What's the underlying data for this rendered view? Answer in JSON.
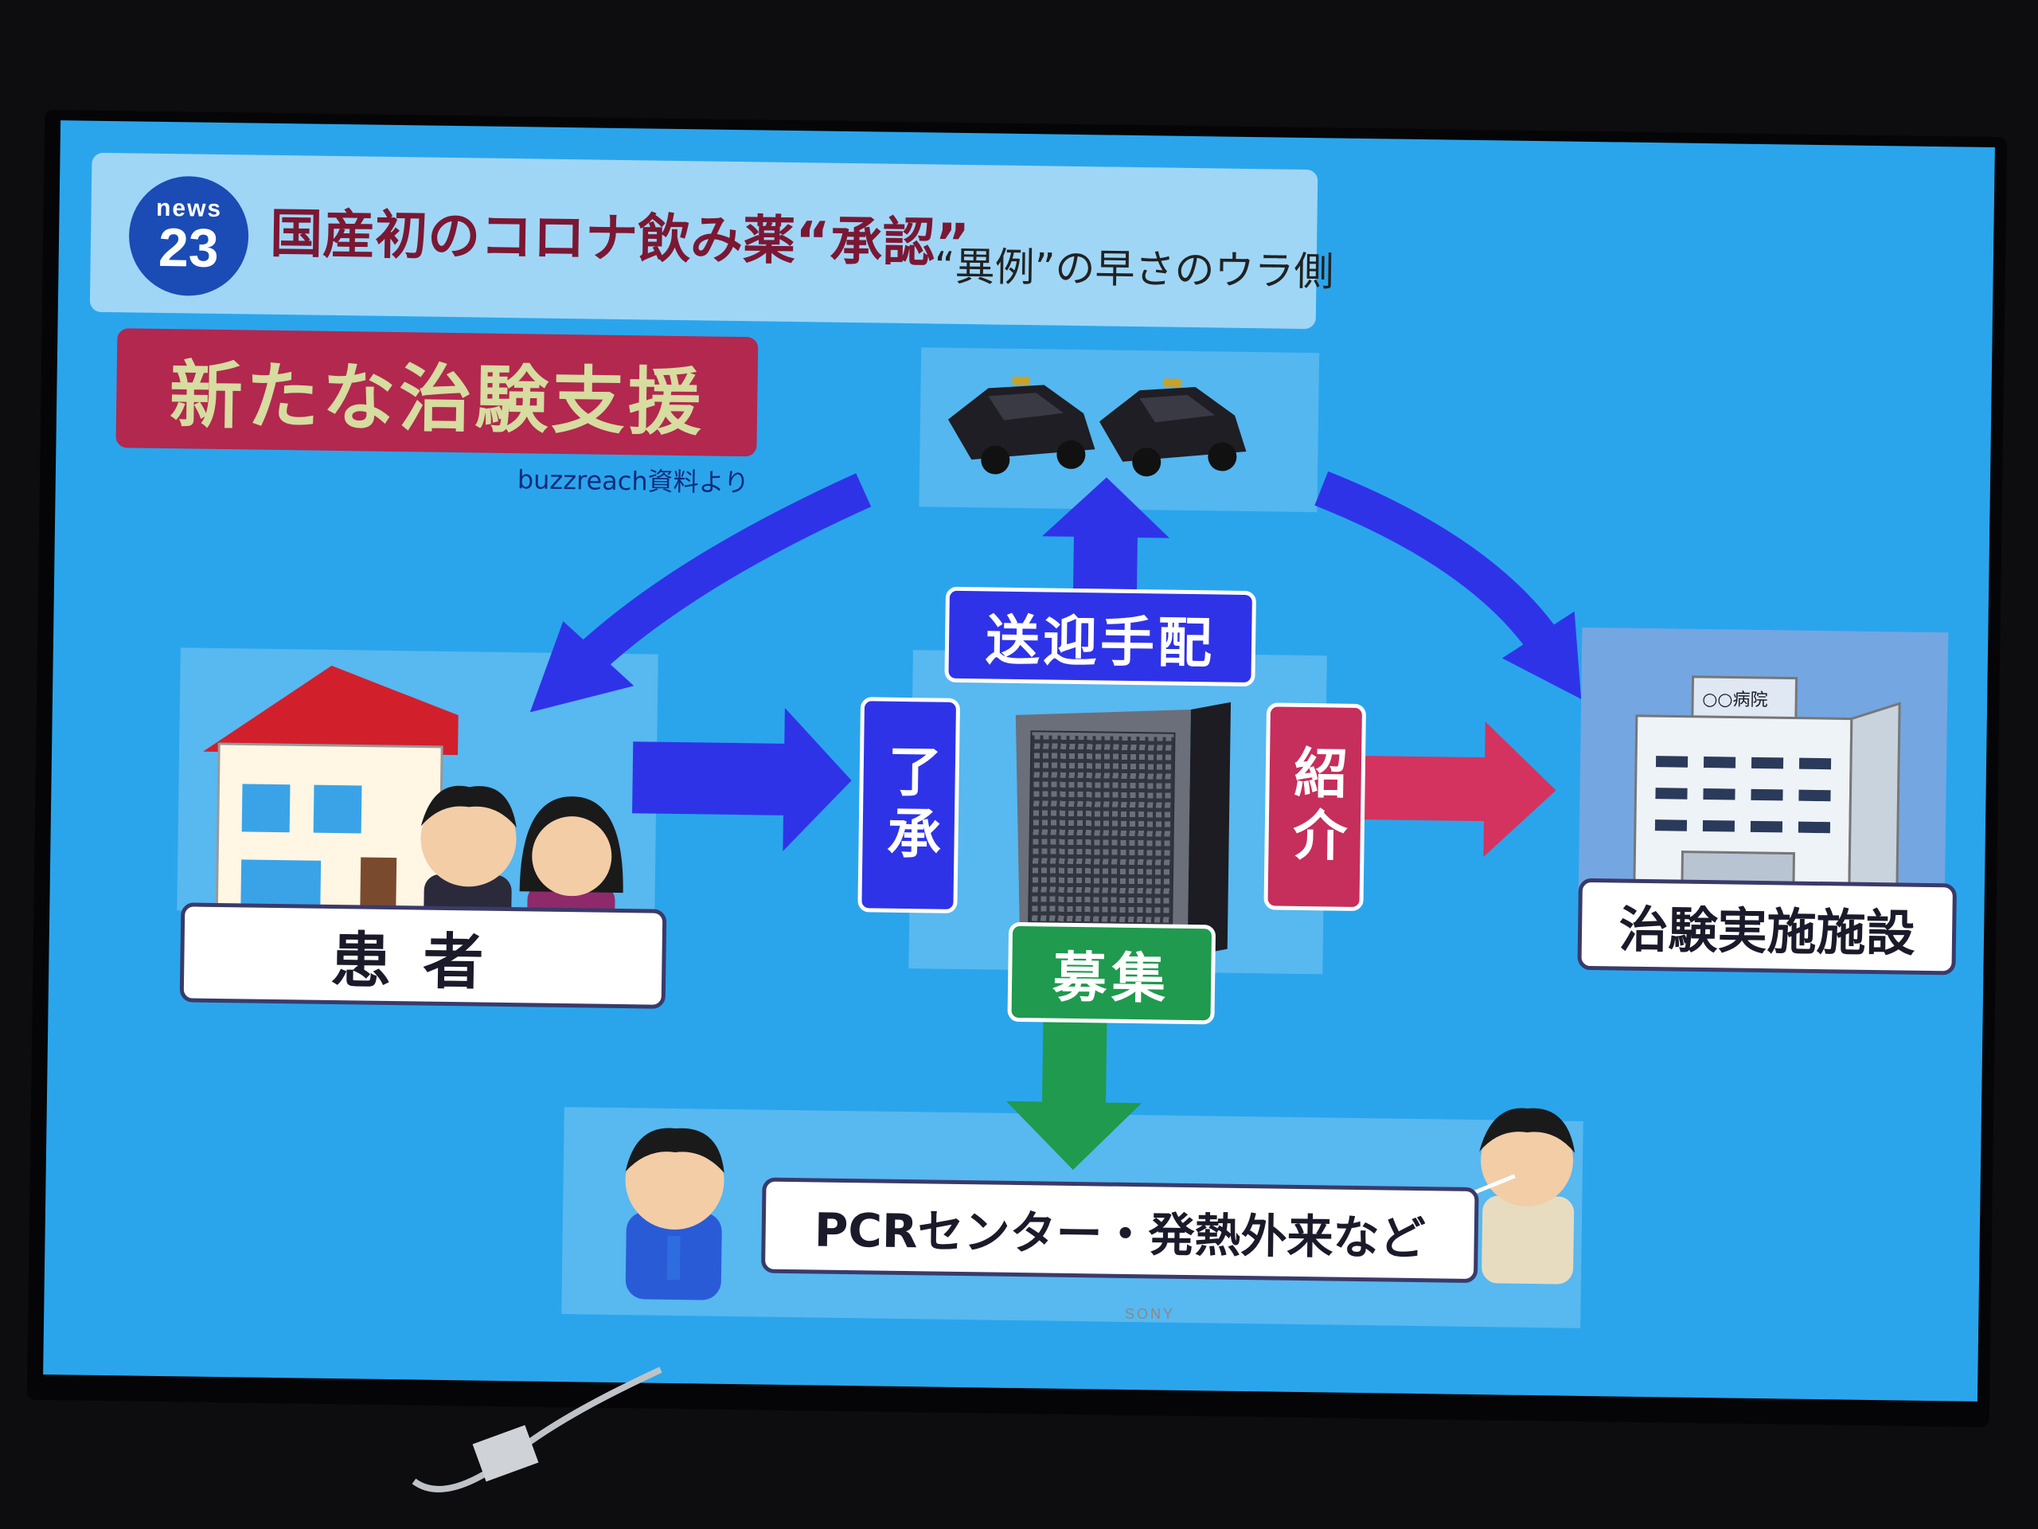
{
  "channel_logo": {
    "line1": "news",
    "line2": "23"
  },
  "header": {
    "headline": "国産初のコロナ飲み薬“承認”",
    "subheadline": "“異例”の早さのウラ側"
  },
  "topic": {
    "label": "新たな治験支援",
    "source": "buzzreach資料より"
  },
  "tv": {
    "brand": "SONY"
  },
  "diagram": {
    "patient": "患者",
    "pickup": "送迎手配",
    "consent": "了承",
    "introduce": "紹介",
    "recruit": "募集",
    "hospital_sign": "○○病院",
    "facility": "治験実施施設",
    "pcr": "PCRセンター・発熱外来など"
  },
  "colors": {
    "screen_bg": "#2aa5ec",
    "arrow_blue": "#2f33e8",
    "arrow_pink": "#d4335f",
    "arrow_green": "#1f9a4e",
    "label_blue": "#2f33e8",
    "label_pink": "#c62e5b",
    "label_green": "#1f9a4e",
    "topic_bg": "#b2284f",
    "topic_text": "#d7dca0"
  }
}
